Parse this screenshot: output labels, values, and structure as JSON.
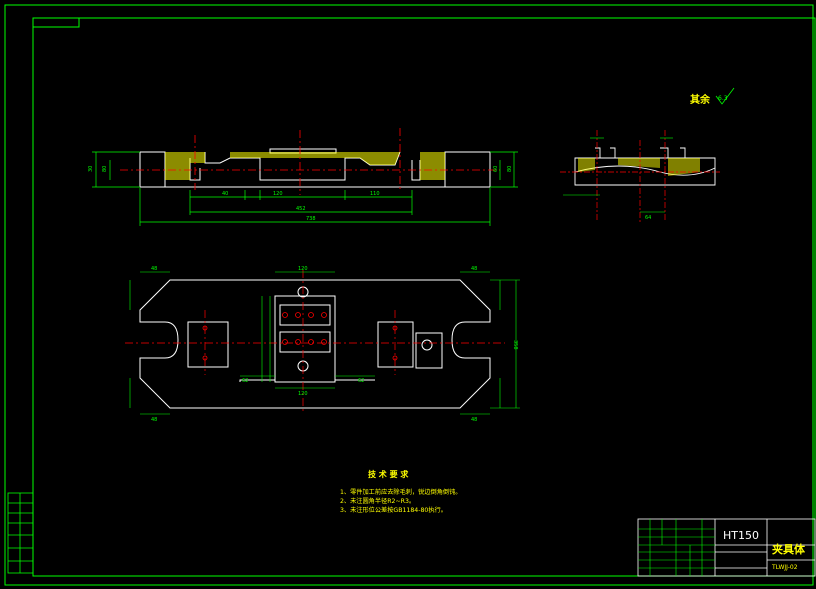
{
  "colors": {
    "background": "#000000",
    "border": "#00ff00",
    "outline": "#ffffff",
    "centerline": "#ff0000",
    "dimension": "#00ff00",
    "hatch": "#ffff00",
    "text": "#ffff00"
  },
  "drawing": {
    "top_dims": {
      "d1": "40",
      "d2": "120",
      "d3": "110",
      "overall_inner": "452",
      "overall": "738"
    },
    "left_dims": {
      "h1": "30",
      "h2": "80"
    },
    "right_dims": {
      "h1": "60",
      "h2": "80"
    },
    "roughness_label": "其余",
    "roughness_value": "6.3",
    "section_dim": "64",
    "plan_dims": {
      "top_left": "48",
      "top_mid": "120",
      "top_right": "48",
      "bottom_mid": "120",
      "height_right": "358",
      "bottom_left": "48",
      "bottom_right": "48",
      "left_gap": "62",
      "right_gap": "62"
    }
  },
  "tech_requirements": {
    "title": "技 术 要 求",
    "items": [
      "1、零件加工前应去除毛刺，锐边倒角倒钝。",
      "2、未注圆角半径R2~R3。",
      "3、未注形位公差按GB1184-80执行。"
    ]
  },
  "title_block": {
    "material": "HT150",
    "part_name": "夹具体",
    "drawing_no": "TLWJJ-02"
  }
}
